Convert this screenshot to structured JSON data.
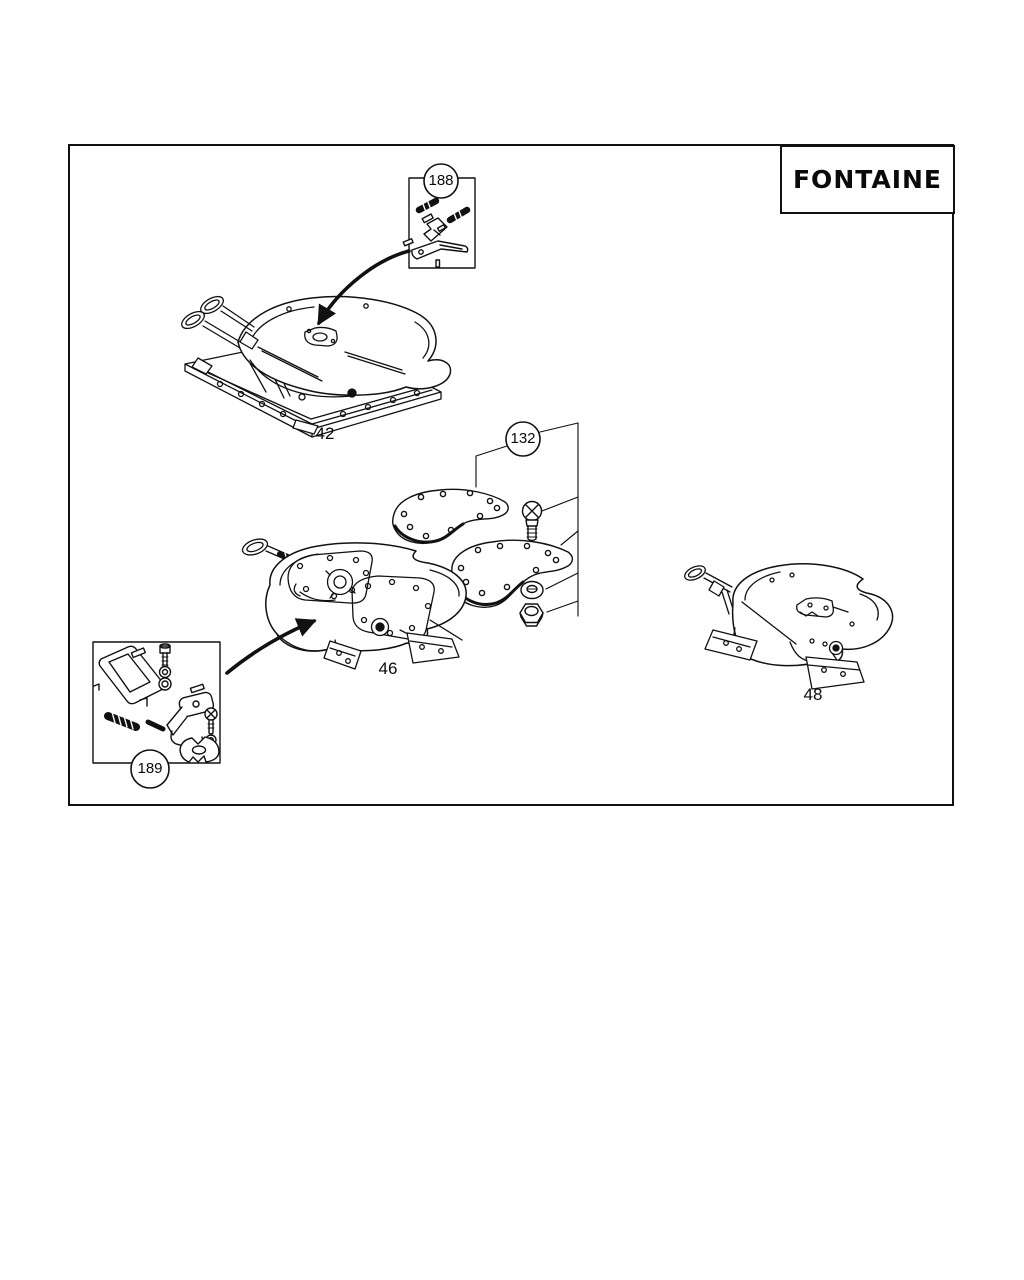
{
  "brand": {
    "name": "FONTAINE"
  },
  "callouts": [
    {
      "id": "188",
      "label": "188"
    },
    {
      "id": "132",
      "label": "132"
    },
    {
      "id": "189",
      "label": "189"
    }
  ],
  "parts": [
    {
      "id": "42",
      "label": "42"
    },
    {
      "id": "46",
      "label": "46"
    },
    {
      "id": "48",
      "label": "48"
    }
  ],
  "colors": {
    "line": "#111111",
    "background": "#ffffff"
  }
}
